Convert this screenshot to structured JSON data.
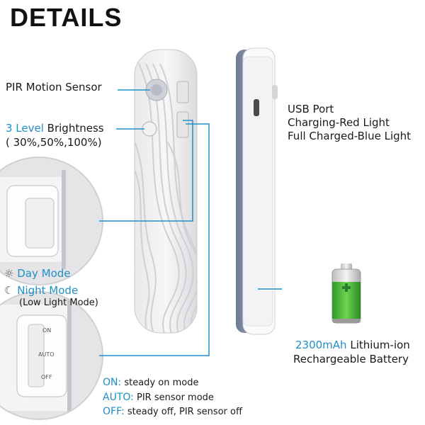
{
  "title": "DETAILS",
  "pir_label": "PIR Motion Sensor",
  "brightness": {
    "level": "3 Level",
    "word": " Brightness",
    "values": "( 30%,50%,100%)"
  },
  "usb": {
    "line1": "USB Port",
    "line2": "Charging-Red Light",
    "line3": "Full Charged-Blue Light"
  },
  "day_mode": "Day Mode",
  "night_mode": "Night Mode",
  "low_light": "(Low Light Mode)",
  "battery": {
    "capacity": "2300mAh",
    "type": " Lithium-ion",
    "line2": "Rechargeable Battery"
  },
  "switch_labels": {
    "on": "ON",
    "auto": "AUTO",
    "off": "OFF"
  },
  "legend": [
    {
      "key": "ON:",
      "desc": " steady on mode"
    },
    {
      "key": "AUTO:",
      "desc": " PIR sensor mode"
    },
    {
      "key": "OFF:",
      "desc": " steady off, PIR sensor off"
    }
  ],
  "colors": {
    "accent": "#1e8fc9",
    "battery_green": "#3cb043"
  }
}
